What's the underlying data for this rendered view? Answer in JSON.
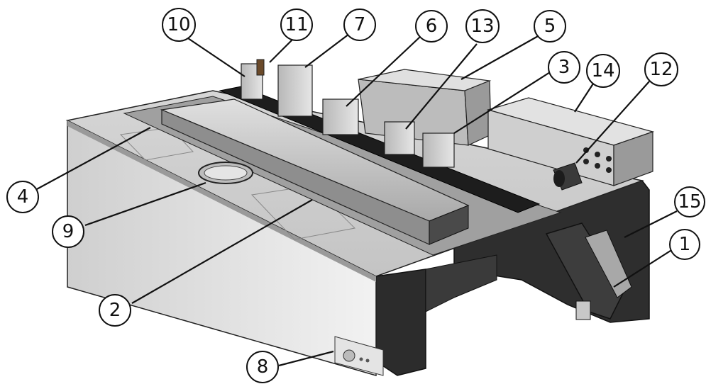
{
  "diagram": {
    "colors": {
      "panel_light": "#d9d9d9",
      "panel_mid": "#bdbdbd",
      "panel_dark": "#8f8f8f",
      "frame_dark": "#2f2f2f",
      "rail_black": "#1c1c1c",
      "outline": "#111111"
    },
    "callouts": [
      {
        "label": "1"
      },
      {
        "label": "2"
      },
      {
        "label": "3"
      },
      {
        "label": "4"
      },
      {
        "label": "5"
      },
      {
        "label": "6"
      },
      {
        "label": "7"
      },
      {
        "label": "8"
      },
      {
        "label": "9"
      },
      {
        "label": "10"
      },
      {
        "label": "11"
      },
      {
        "label": "12"
      },
      {
        "label": "13"
      },
      {
        "label": "14"
      },
      {
        "label": "15"
      }
    ]
  }
}
